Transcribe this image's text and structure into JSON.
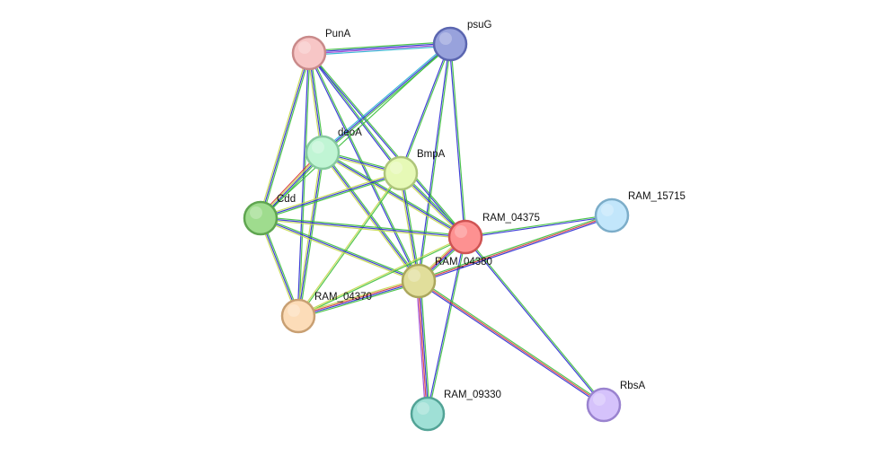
{
  "nodes": [
    {
      "id": "PunA",
      "label": "PunA",
      "color": "#f7c6c6",
      "stroke": "#c98a8a"
    },
    {
      "id": "psuG",
      "label": "psuG",
      "color": "#98a2dc",
      "stroke": "#5b66b0"
    },
    {
      "id": "deoA",
      "label": "deoA",
      "color": "#c0f5d4",
      "stroke": "#86c99e"
    },
    {
      "id": "BmpA",
      "label": "BmpA",
      "color": "#e6f9b6",
      "stroke": "#aec57a"
    },
    {
      "id": "Cdd",
      "label": "Cdd",
      "color": "#9fdc8e",
      "stroke": "#5fa550"
    },
    {
      "id": "RAM_04375",
      "label": "RAM_04375",
      "color": "#fd9191",
      "stroke": "#cf5353"
    },
    {
      "id": "RAM_15715",
      "label": "RAM_15715",
      "color": "#c2e6fb",
      "stroke": "#7cadc9"
    },
    {
      "id": "RAM_04380",
      "label": "RAM_04380",
      "color": "#e1de9b",
      "stroke": "#aba75d"
    },
    {
      "id": "RAM_04370",
      "label": "RAM_04370",
      "color": "#fcdcb8",
      "stroke": "#c89f72"
    },
    {
      "id": "RAM_09330",
      "label": "RAM_09330",
      "color": "#9fe0d6",
      "stroke": "#52a396"
    },
    {
      "id": "RbsA",
      "label": "RbsA",
      "color": "#d5c2fb",
      "stroke": "#9a83cf"
    }
  ],
  "edge_colors": {
    "green": "#3cbf3c",
    "blue": "#2a2ad2",
    "cyan": "#2ab4d2",
    "yellow": "#c4d84a",
    "red": "#d83a3a",
    "purple": "#9a3ad2"
  },
  "edges": [
    {
      "from": "PunA",
      "to": "psuG",
      "colors": [
        "green",
        "blue",
        "purple",
        "cyan"
      ]
    },
    {
      "from": "PunA",
      "to": "deoA",
      "colors": [
        "green",
        "blue",
        "yellow"
      ]
    },
    {
      "from": "PunA",
      "to": "BmpA",
      "colors": [
        "green",
        "blue"
      ]
    },
    {
      "from": "PunA",
      "to": "Cdd",
      "colors": [
        "green",
        "blue",
        "yellow"
      ]
    },
    {
      "from": "PunA",
      "to": "RAM_04375",
      "colors": [
        "green",
        "blue"
      ]
    },
    {
      "from": "PunA",
      "to": "RAM_04380",
      "colors": [
        "green",
        "blue"
      ]
    },
    {
      "from": "PunA",
      "to": "RAM_04370",
      "colors": [
        "green",
        "blue"
      ]
    },
    {
      "from": "psuG",
      "to": "deoA",
      "colors": [
        "green",
        "blue",
        "cyan"
      ]
    },
    {
      "from": "psuG",
      "to": "BmpA",
      "colors": [
        "green",
        "blue"
      ]
    },
    {
      "from": "psuG",
      "to": "Cdd",
      "colors": [
        "green"
      ]
    },
    {
      "from": "psuG",
      "to": "RAM_04375",
      "colors": [
        "green",
        "blue"
      ]
    },
    {
      "from": "psuG",
      "to": "RAM_04380",
      "colors": [
        "green",
        "blue"
      ]
    },
    {
      "from": "deoA",
      "to": "BmpA",
      "colors": [
        "green",
        "blue",
        "yellow"
      ]
    },
    {
      "from": "deoA",
      "to": "Cdd",
      "colors": [
        "green",
        "blue",
        "yellow",
        "red"
      ]
    },
    {
      "from": "deoA",
      "to": "RAM_04375",
      "colors": [
        "green",
        "blue",
        "yellow"
      ]
    },
    {
      "from": "deoA",
      "to": "RAM_04380",
      "colors": [
        "green",
        "blue",
        "yellow"
      ]
    },
    {
      "from": "deoA",
      "to": "RAM_04370",
      "colors": [
        "green",
        "blue",
        "yellow"
      ]
    },
    {
      "from": "BmpA",
      "to": "Cdd",
      "colors": [
        "green",
        "blue",
        "yellow"
      ]
    },
    {
      "from": "BmpA",
      "to": "RAM_04375",
      "colors": [
        "green",
        "blue",
        "yellow"
      ]
    },
    {
      "from": "BmpA",
      "to": "RAM_04380",
      "colors": [
        "green",
        "blue",
        "yellow"
      ]
    },
    {
      "from": "BmpA",
      "to": "RAM_04370",
      "colors": [
        "green",
        "yellow"
      ]
    },
    {
      "from": "Cdd",
      "to": "RAM_04375",
      "colors": [
        "green",
        "blue",
        "yellow"
      ]
    },
    {
      "from": "Cdd",
      "to": "RAM_04380",
      "colors": [
        "green",
        "blue",
        "yellow"
      ]
    },
    {
      "from": "Cdd",
      "to": "RAM_04370",
      "colors": [
        "green",
        "blue",
        "yellow"
      ]
    },
    {
      "from": "RAM_04375",
      "to": "RAM_15715",
      "colors": [
        "green",
        "blue"
      ]
    },
    {
      "from": "RAM_04375",
      "to": "RAM_04380",
      "colors": [
        "green",
        "blue",
        "red",
        "yellow"
      ]
    },
    {
      "from": "RAM_04375",
      "to": "RAM_04370",
      "colors": [
        "green",
        "yellow"
      ]
    },
    {
      "from": "RAM_04375",
      "to": "RAM_09330",
      "colors": [
        "green",
        "blue"
      ]
    },
    {
      "from": "RAM_04375",
      "to": "RbsA",
      "colors": [
        "green",
        "blue"
      ]
    },
    {
      "from": "RAM_04380",
      "to": "RAM_15715",
      "colors": [
        "green",
        "red",
        "blue"
      ]
    },
    {
      "from": "RAM_04380",
      "to": "RAM_04370",
      "colors": [
        "green",
        "blue",
        "red",
        "yellow"
      ]
    },
    {
      "from": "RAM_04380",
      "to": "RAM_09330",
      "colors": [
        "green",
        "blue",
        "red",
        "purple"
      ]
    },
    {
      "from": "RAM_04380",
      "to": "RbsA",
      "colors": [
        "green",
        "red",
        "blue"
      ]
    }
  ]
}
